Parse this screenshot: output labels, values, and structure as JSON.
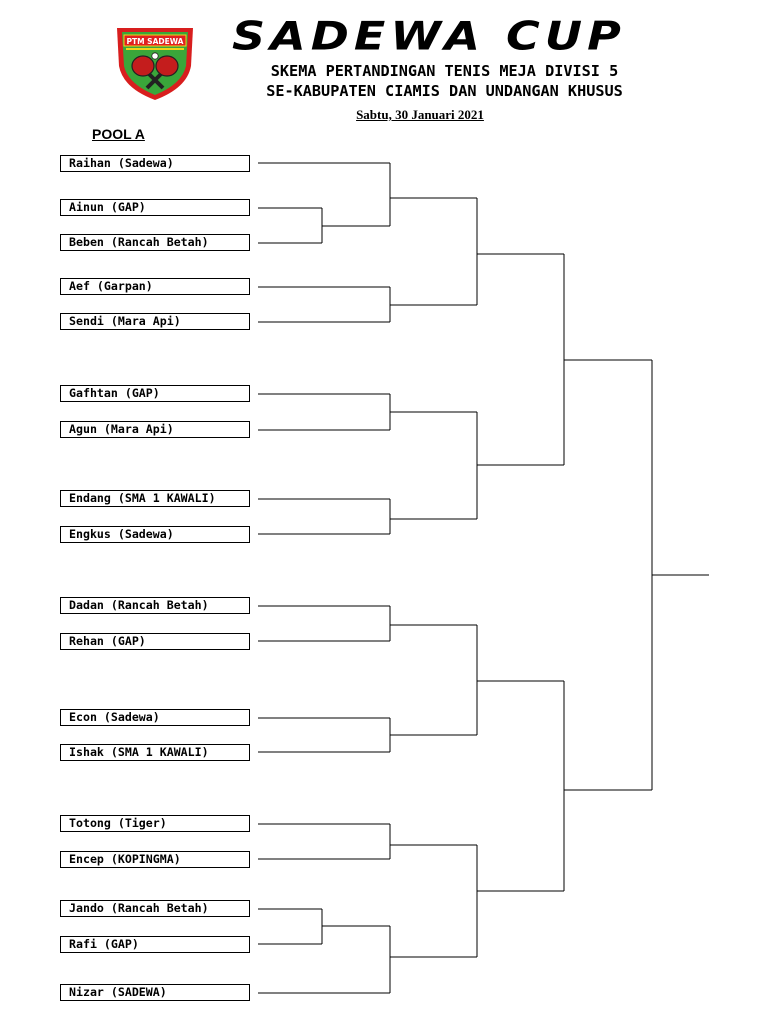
{
  "header": {
    "title": "SADEWA CUP",
    "subtitle_line1": "SKEMA PERTANDINGAN TENIS MEJA DIVISI 5",
    "subtitle_line2": "SE-KABUPATEN CIAMIS DAN UNDANGAN KHUSUS",
    "date": "Sabtu, 30 Januari 2021"
  },
  "logo": {
    "text": "PTM SADEWA",
    "colors": {
      "shield": "#3aa63a",
      "border": "#d81e1e",
      "banner": "#e02020",
      "accent": "#f2d21b",
      "paddle": "#c41d1d"
    }
  },
  "pool": {
    "label": "POOL A"
  },
  "players": [
    "Raihan (Sadewa)",
    "Ainun (GAP)",
    "Beben (Rancah Betah)",
    "Aef (Garpan)",
    "Sendi (Mara Api)",
    "Gafhtan (GAP)",
    "Agun (Mara Api)",
    "Endang (SMA 1 KAWALI)",
    "Engkus (Sadewa)",
    "Dadan (Rancah Betah)",
    "Rehan (GAP)",
    "Econ (Sadewa)",
    "Ishak (SMA 1 KAWALI)",
    "Totong (Tiger)",
    "Encep (KOPINGMA)",
    "Jando (Rancah Betah)",
    "Rafi (GAP)",
    "Nizar (SADEWA)"
  ]
}
